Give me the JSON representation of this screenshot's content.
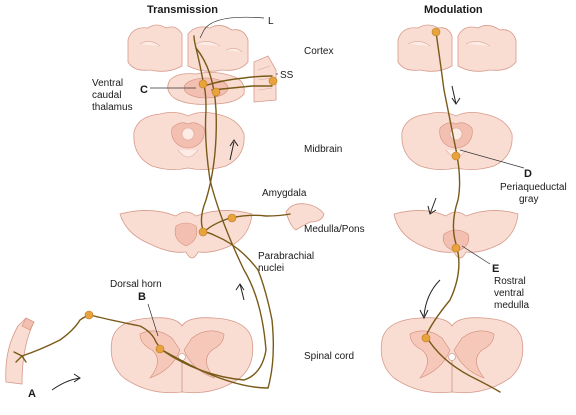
{
  "headings": {
    "transmission": "Transmission",
    "modulation": "Modulation"
  },
  "levels": {
    "cortex": "Cortex",
    "midbrain": "Midbrain",
    "medulla_pons": "Medulla/Pons",
    "spinal_cord": "Spinal cord"
  },
  "labels": {
    "L": "L",
    "SS": "SS",
    "ventral_caudal_thalamus": [
      "Ventral",
      "caudal",
      "thalamus"
    ],
    "amygdala": "Amygdala",
    "parabrachial_nuclei": [
      "Parabrachial",
      "nuclei"
    ],
    "dorsal_horn": "Dorsal horn",
    "periaqueductal_gray": [
      "Periaqueductal",
      "gray"
    ],
    "rostral_ventral_medulla": [
      "Rostral",
      "ventral",
      "medulla"
    ]
  },
  "letters": {
    "A": "A",
    "B": "B",
    "C": "C",
    "D": "D",
    "E": "E"
  },
  "colors": {
    "tissue": "#f9ddd3",
    "gray_matter": "#f6c8ba",
    "nerve_fiber": "#7a5a18",
    "neuron": "#e8a33c"
  }
}
